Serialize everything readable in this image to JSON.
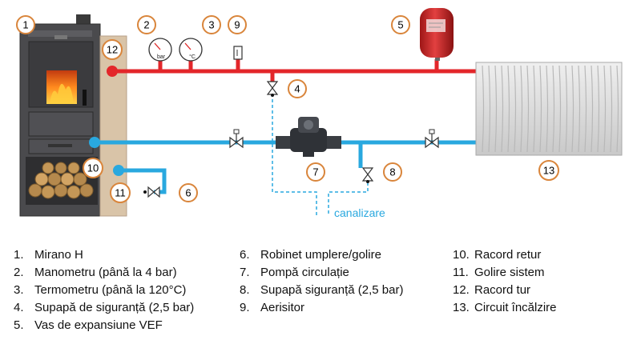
{
  "colors": {
    "hot": "#e3262a",
    "cold": "#29a8df",
    "stove_body": "#4a4a4d",
    "stove_side": "#d9c4a8",
    "badge_stroke": "#d9853b",
    "vessel": "#d42a2a",
    "radiator": "#dcdcdc"
  },
  "labels": {
    "b1": "1",
    "b2": "2",
    "b3": "3",
    "b4": "4",
    "b5": "5",
    "b6": "6",
    "b7": "7",
    "b8": "8",
    "b9": "9",
    "b10": "10",
    "b11": "11",
    "b12": "12",
    "b13": "13",
    "gauge_bar": "bar",
    "gauge_temp": "°C",
    "drain": "canalizare"
  },
  "legend": {
    "col1": [
      {
        "num": "1.",
        "text": "Mirano H"
      },
      {
        "num": "2.",
        "text": "Manometru (până la 4 bar)"
      },
      {
        "num": "3.",
        "text": "Termometru (până la 120°C)"
      },
      {
        "num": "4.",
        "text": "Supapă de siguranță (2,5 bar)"
      },
      {
        "num": "5.",
        "text": "Vas de expansiune VEF"
      }
    ],
    "col2": [
      {
        "num": "6.",
        "text": "Robinet umplere/golire"
      },
      {
        "num": "7.",
        "text": "Pompă circulație"
      },
      {
        "num": "8.",
        "text": "Supapă siguranță (2,5 bar)"
      },
      {
        "num": "9.",
        "text": "Aerisitor"
      }
    ],
    "col3": [
      {
        "num": "10.",
        "text": "Racord retur"
      },
      {
        "num": "11.",
        "text": "Golire sistem"
      },
      {
        "num": "12.",
        "text": "Racord tur"
      },
      {
        "num": "13.",
        "text": "Circuit încălzire"
      }
    ]
  }
}
